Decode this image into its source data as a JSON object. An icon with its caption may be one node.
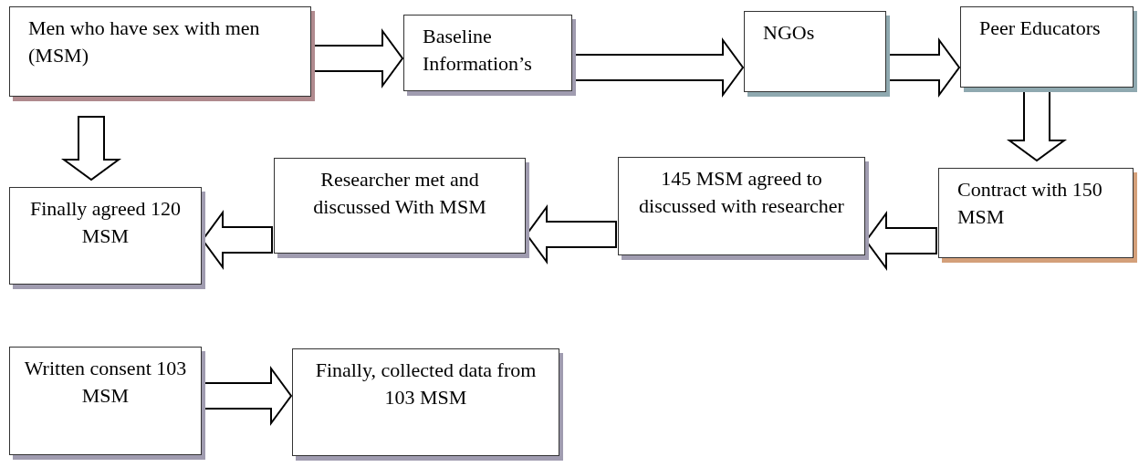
{
  "diagram": {
    "nodes": [
      {
        "text": [
          "Men who have sex with men (MSM)"
        ]
      },
      {
        "text": [
          "Baseline Information’s"
        ]
      },
      {
        "text": [
          "NGOs"
        ]
      },
      {
        "text": [
          "Peer Educators"
        ]
      },
      {
        "text": [
          "Contract with 150 MSM"
        ]
      },
      {
        "text": [
          "145 MSM agreed to discussed with researcher"
        ]
      },
      {
        "text": [
          "Researcher met and discussed With MSM"
        ]
      },
      {
        "text": [
          "Finally agreed 120 MSM"
        ]
      },
      {
        "text": [
          "Written consent 103 MSM"
        ]
      },
      {
        "text": [
          "Finally, collected data from 103 MSM"
        ]
      }
    ],
    "edges": [
      {
        "from": 0,
        "to": 1,
        "arrow": "to"
      },
      {
        "from": 1,
        "to": 2,
        "arrow": "to"
      },
      {
        "from": 2,
        "to": 3,
        "arrow": "to"
      },
      {
        "from": 3,
        "to": 4,
        "arrow": "to"
      },
      {
        "from": 4,
        "to": 5,
        "arrow": "to"
      },
      {
        "from": 5,
        "to": 6,
        "arrow": "to"
      },
      {
        "from": 6,
        "to": 7,
        "arrow": "to"
      },
      {
        "from": 0,
        "to": 7,
        "arrow": "to"
      },
      {
        "from": 8,
        "to": 9,
        "arrow": "to"
      }
    ]
  }
}
